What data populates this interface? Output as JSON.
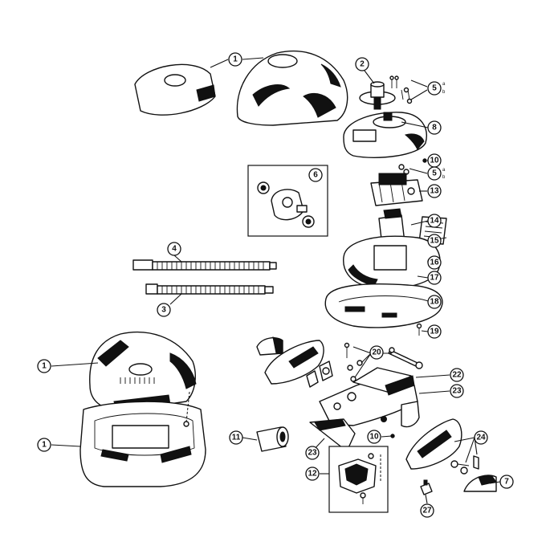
{
  "callouts": {
    "c1_top": "1",
    "c2": "2",
    "c5_top": "5",
    "c5_top_a": "a",
    "c5_top_b": "b",
    "c8": "8",
    "c10_top": "10",
    "c5_mid": "5",
    "c5_mid_a": "a",
    "c5_mid_b": "b",
    "c6": "6",
    "c13": "13",
    "c14": "14",
    "c15": "15",
    "c4": "4",
    "c16": "16",
    "c17": "17",
    "c3": "3",
    "c18": "18",
    "c19": "19",
    "c20": "20",
    "c22": "22",
    "c23_right": "23",
    "c1_mid": "1",
    "c1_low": "1",
    "c11": "11",
    "c10_low": "10",
    "c23_low": "23",
    "c24": "24",
    "c12": "12",
    "c7": "7",
    "c27": "27"
  }
}
